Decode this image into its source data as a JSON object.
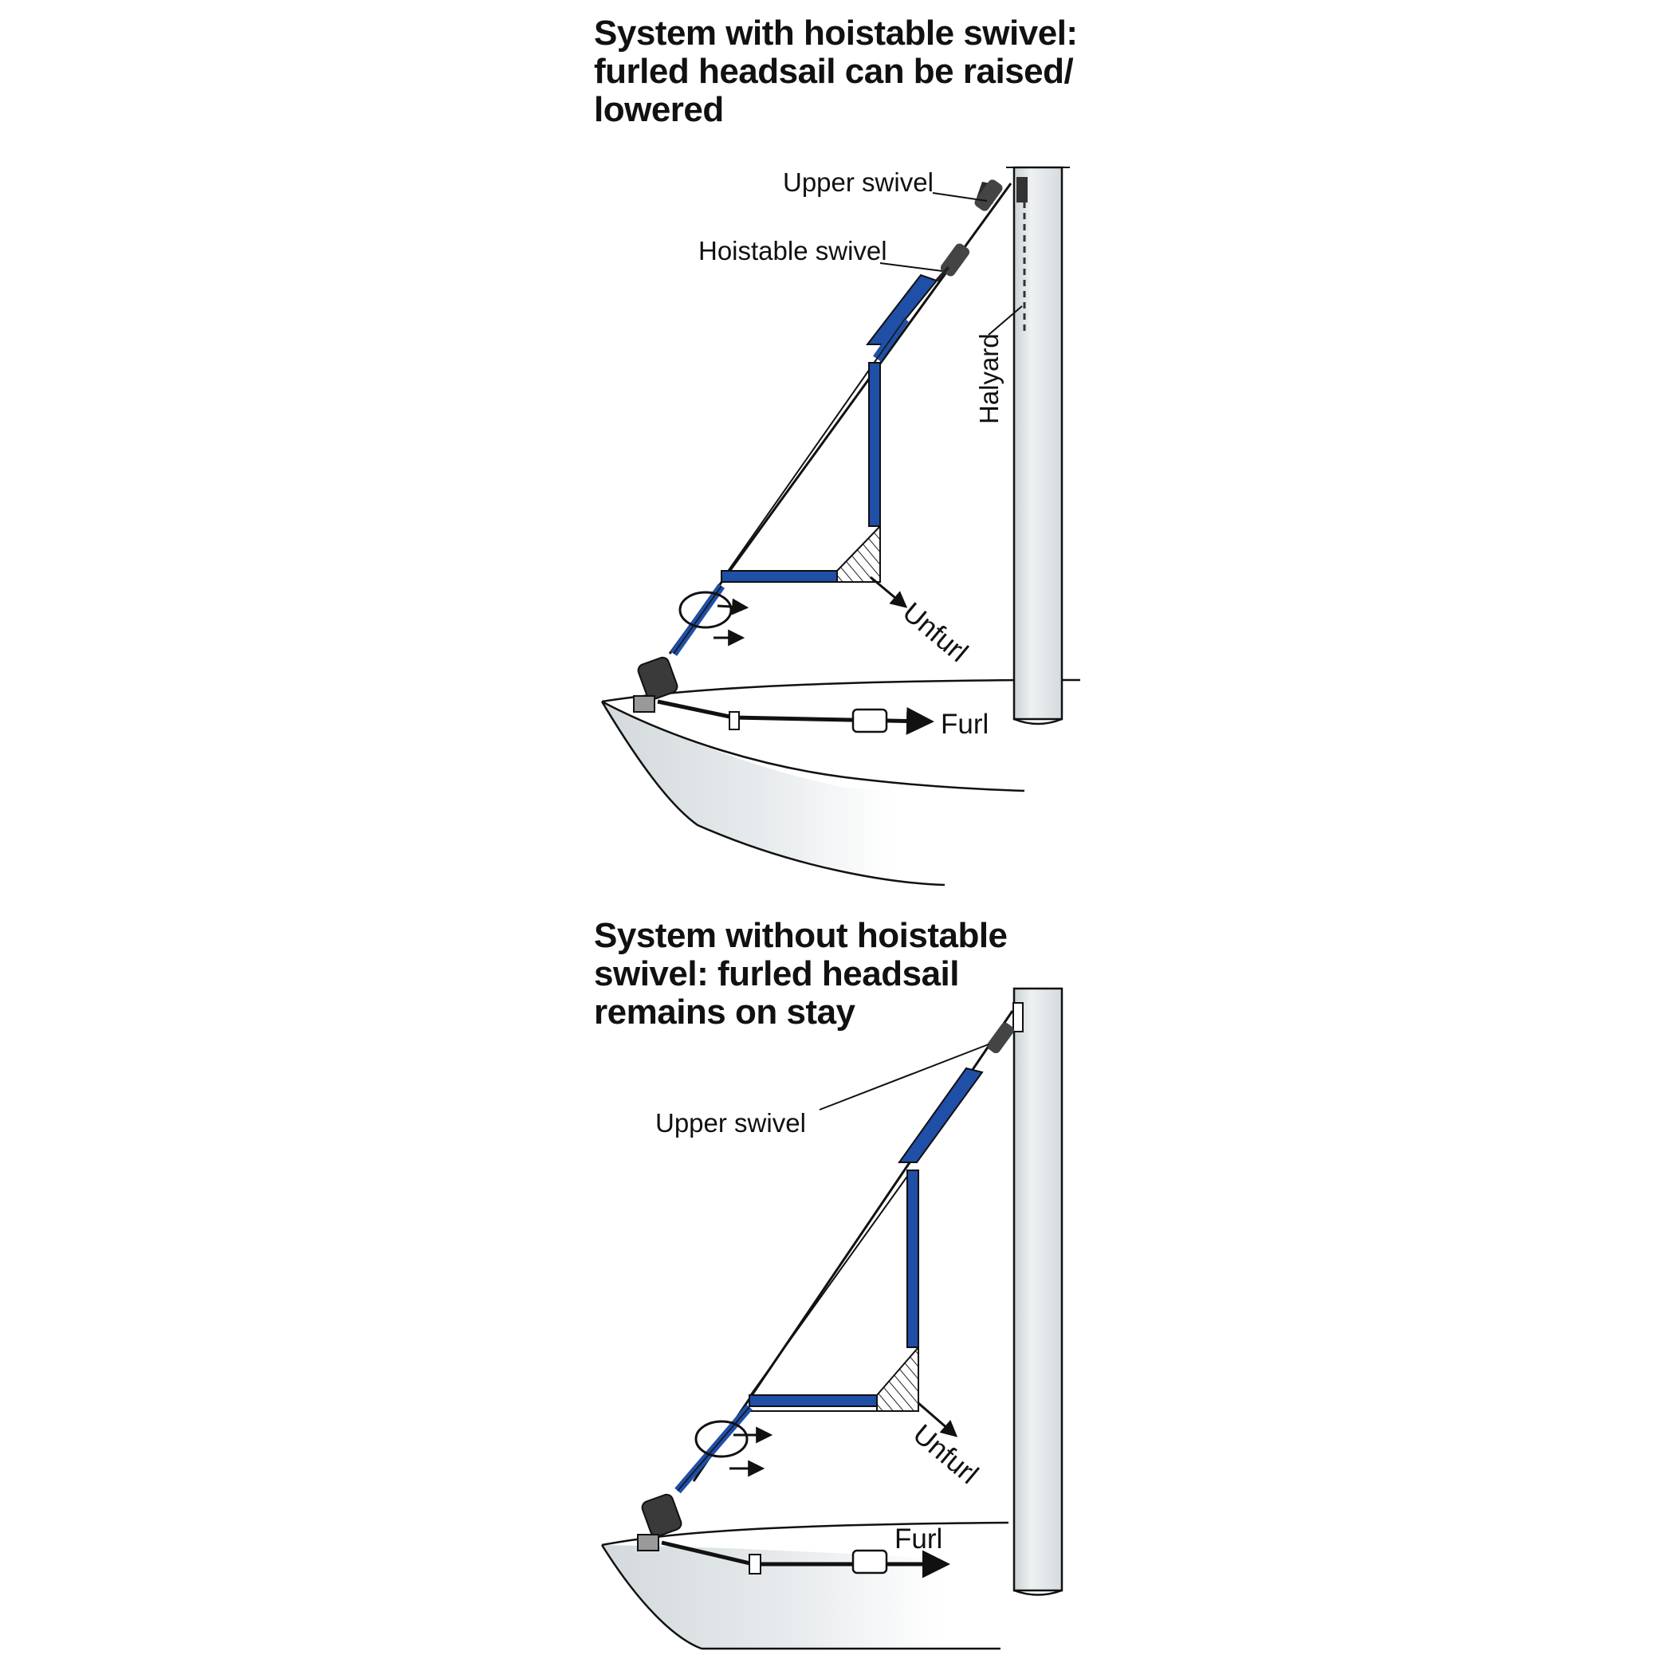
{
  "colors": {
    "sail_blue": "#1f4fa6",
    "mast_fill": "#dfe5e8",
    "hull_fill": "#dfe4e6",
    "ink": "#111111"
  },
  "top": {
    "title": [
      "System with hoistable swivel:",
      "furled headsail can be raised/",
      "lowered"
    ],
    "labels": {
      "upper_swivel": "Upper swivel",
      "hoistable_swivel": "Hoistable swivel",
      "halyard": "Halyard",
      "unfurl": "Unfurl",
      "furl": "Furl"
    }
  },
  "bottom": {
    "title": [
      "System without hoistable",
      "swivel: furled headsail",
      "remains on stay"
    ],
    "labels": {
      "upper_swivel": "Upper swivel",
      "unfurl": "Unfurl",
      "furl": "Furl"
    }
  }
}
